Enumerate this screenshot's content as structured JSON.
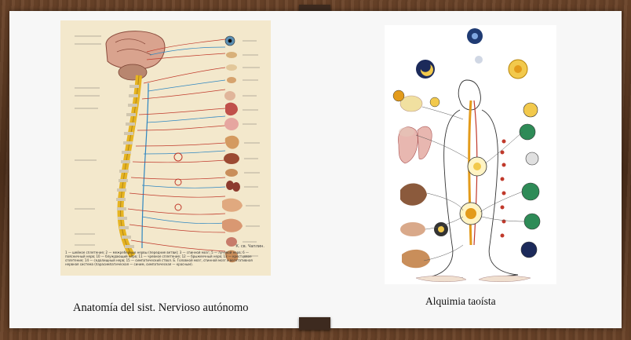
{
  "slide": {
    "left_caption": "Anatomía del sist. Nervioso autónomo",
    "right_caption": "Alquimia taoísta"
  },
  "anatomy_figure": {
    "credit": "К. св. Чаплин.",
    "caption_text": "1 — шейное сплетение; 2 — межреберные нервы (передние ветви); 3 — спинной мозг; 5 — лучевой нерв; 6 — поясничный нерв; 10 — блуждающий нерв; 11 — чревное сплетение; 12 — брыжеечный нерв; 13 — крестцовое сплетение; 14 — седалищный нерв; 15 — симпатический ствол. Б. Головной мозг, спинной мозг и вегетативная нервная система (парасимпатическая — синим, симпатическая — красным)."
  },
  "colors": {
    "wood": "#5a3a24",
    "slide_bg": "#f7f7f7",
    "parchment": "#f3e8cc",
    "nerve_red": "#c0392b",
    "nerve_blue": "#2e86c1",
    "spine_yellow": "#e6b422"
  }
}
